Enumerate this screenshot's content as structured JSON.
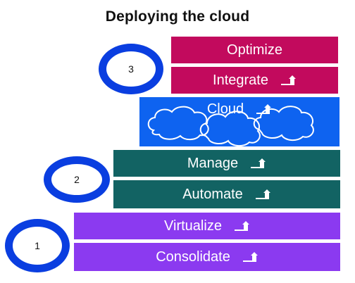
{
  "title": "Deploying the cloud",
  "colors": {
    "purple": "#8b3af0",
    "teal": "#126363",
    "blue": "#0e63f0",
    "magenta": "#c20a5d",
    "badge_ring": "#0a3ee0"
  },
  "steps": {
    "optimize": "Optimize",
    "integrate": "Integrate",
    "cloud": "Cloud",
    "manage": "Manage",
    "automate": "Automate",
    "virtualize": "Virtualize",
    "consolidate": "Consolidate"
  },
  "badges": {
    "stage1": "1",
    "stage2": "2",
    "stage3": "3"
  },
  "icons": {
    "step_arrow": "turn-up-right-arrow-icon",
    "cloud": "cloud-outline-icon"
  }
}
